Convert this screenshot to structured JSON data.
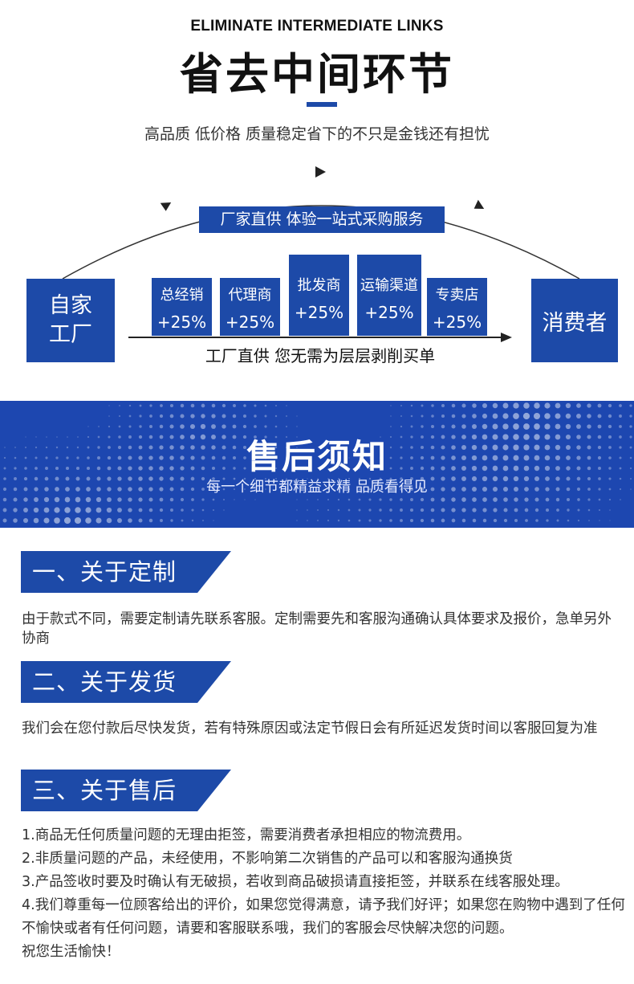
{
  "header": {
    "eng_title": "ELIMINATE INTERMEDIATE LINKS",
    "cn_title": "省去中间环节",
    "subtitle": "高品质 低价格 质量稳定省下的不只是金钱还有担忧"
  },
  "diagram": {
    "banner": "厂家直供 体验一站式采购服务",
    "factory": [
      "自家",
      "工厂"
    ],
    "consumer": "消费者",
    "middlemen": [
      {
        "label": "总经销",
        "markup": "+25%"
      },
      {
        "label": "代理商",
        "markup": "+25%"
      },
      {
        "label": "批发商",
        "markup": "+25%"
      },
      {
        "label": "运输渠道",
        "markup": "+25%"
      },
      {
        "label": "专卖店",
        "markup": "+25%"
      }
    ],
    "caption": "工厂直供 您无需为层层剥削买单"
  },
  "band": {
    "title": "售后须知",
    "subtitle": "每一个细节都精益求精 品质看得见"
  },
  "sections": [
    {
      "heading": "一、关于定制",
      "text": "由于款式不同，需要定制请先联系客服。定制需要先和客服沟通确认具体要求及报价，急单另外协商"
    },
    {
      "heading": "二、关于发货",
      "text": "我们会在您付款后尽快发货，若有特殊原因或法定节假日会有所延迟发货时间以客服回复为准"
    },
    {
      "heading": "三、关于售后",
      "items": [
        "1.商品无任何质量问题的无理由拒签，需要消费者承担相应的物流费用。",
        "2.非质量问题的产品，未经使用，不影响第二次销售的产品可以和客服沟通换货",
        "3.产品签收时要及时确认有无破损，若收到商品破损请直接拒签，并联系在线客服处理。",
        "4.我们尊重每一位顾客给出的评价，如果您觉得满意，请予我们好评；如果您在购物中遇到了任何不愉快或者有任何问题，请要和客服联系哦，我们的客服会尽快解决您的问题。",
        "祝您生活愉快！"
      ]
    }
  ],
  "colors": {
    "accent": "#1d4aa8",
    "band": "#1d47b0"
  }
}
